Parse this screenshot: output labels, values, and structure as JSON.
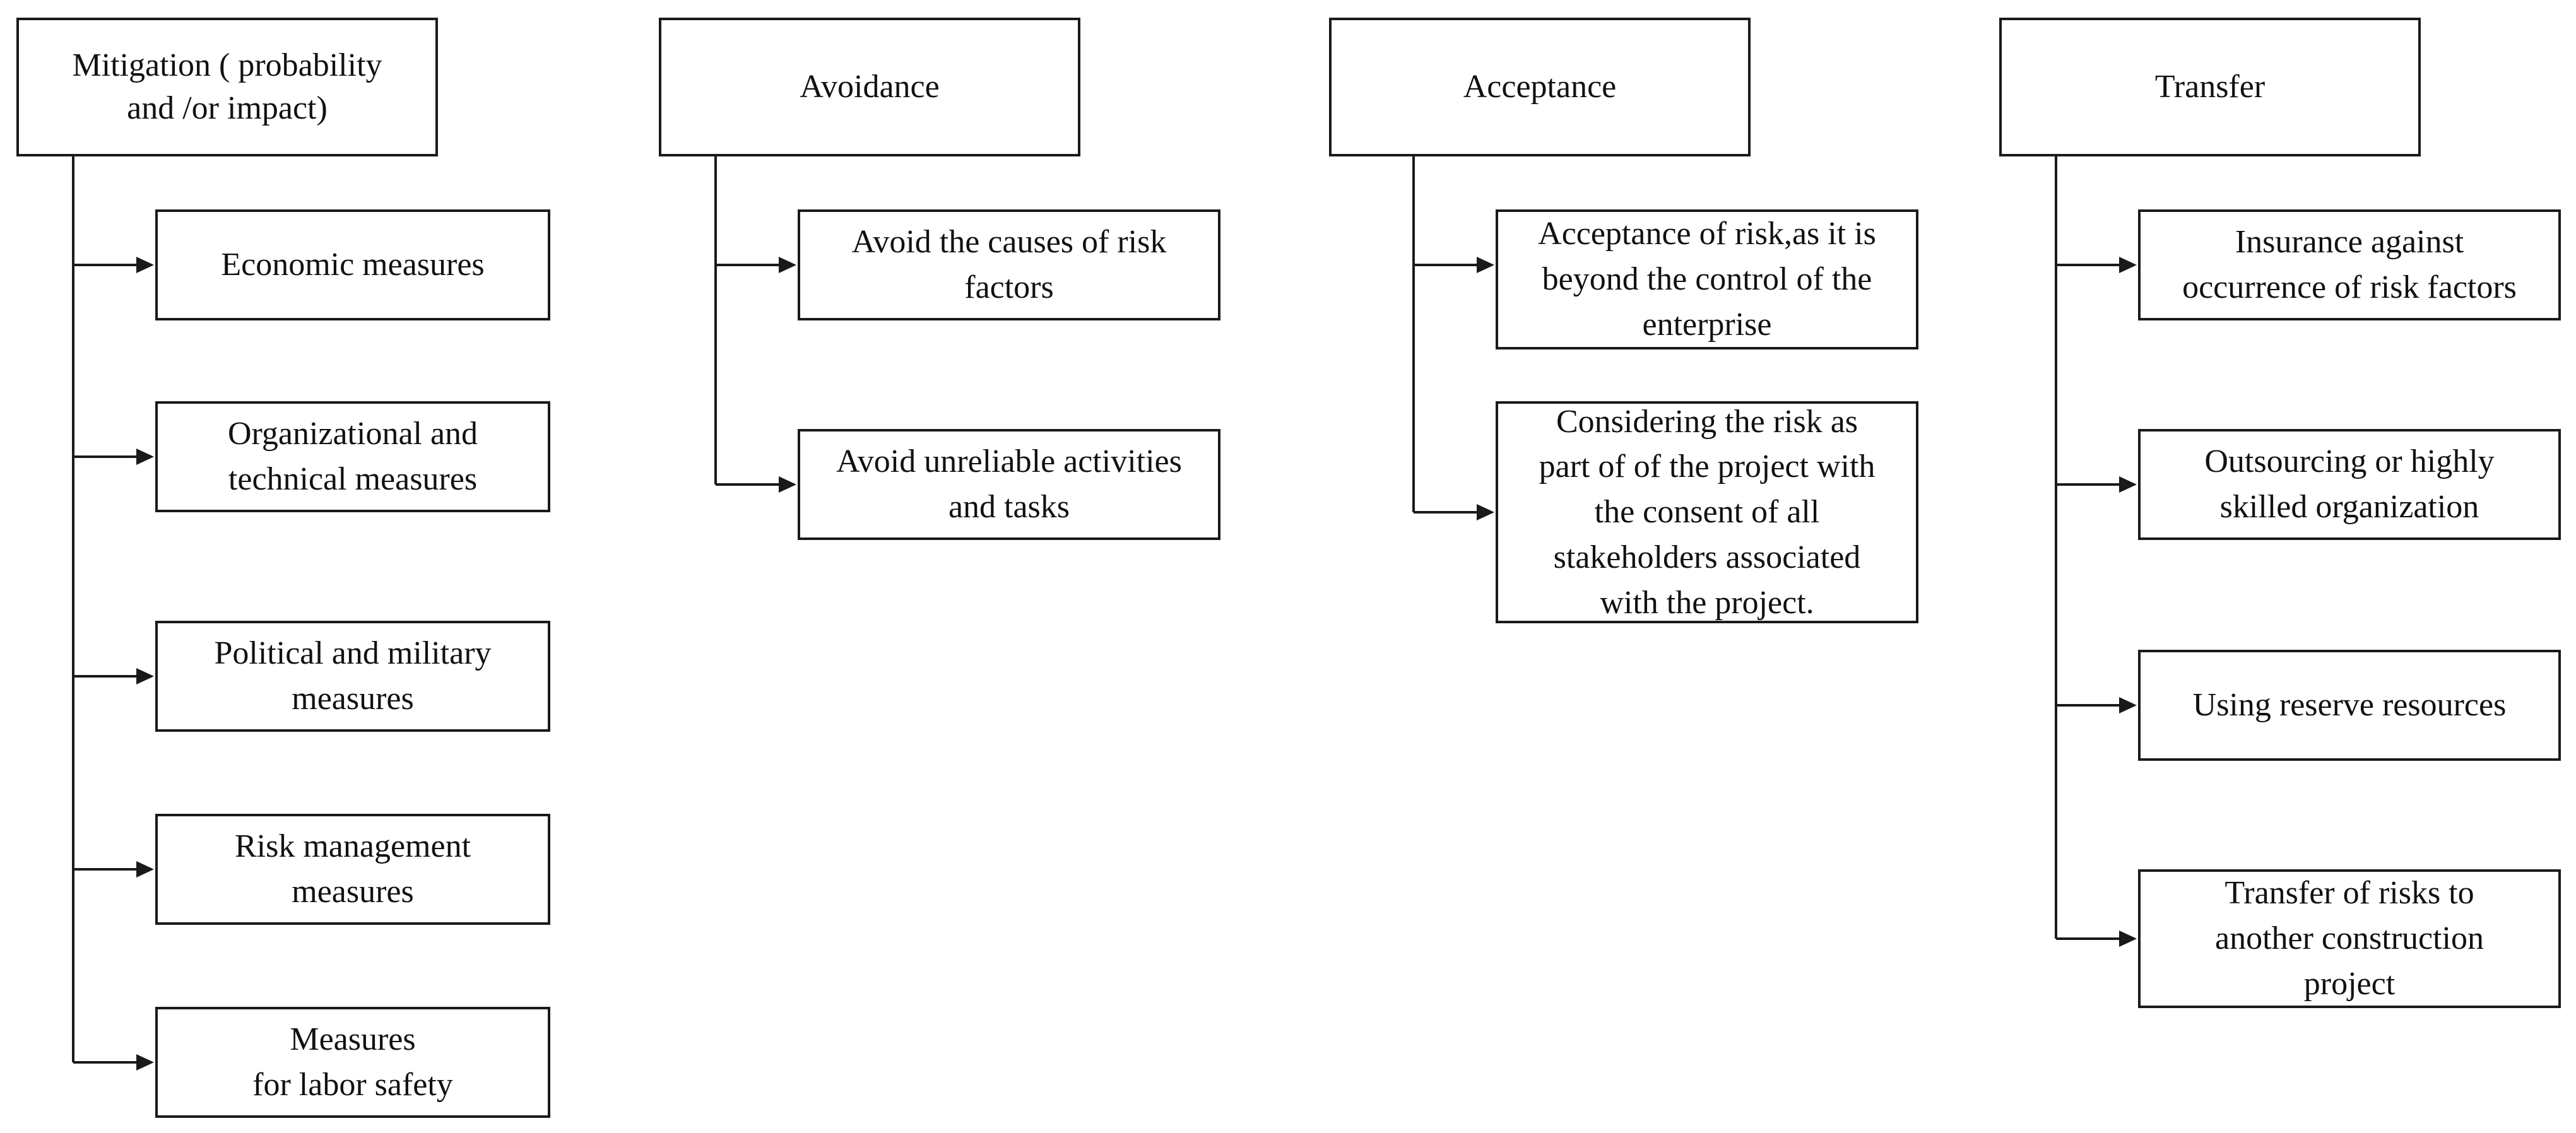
{
  "columns": [
    {
      "title": "Mitigation ( probability\nand /or impact)",
      "items": [
        "Economic measures",
        "Organizational and\ntechnical measures",
        "Political and military\nmeasures",
        "Risk management\nmeasures",
        "Measures\nfor labor safety"
      ]
    },
    {
      "title": "Avoidance",
      "items": [
        "Avoid the causes of risk\nfactors",
        "Avoid unreliable activities\nand tasks"
      ]
    },
    {
      "title": "Acceptance",
      "items": [
        "Acceptance of risk,as it is\nbeyond the control of the\nenterprise",
        "Considering the risk as\npart of of the project with\nthe consent of all\nstakeholders associated\nwith the project."
      ]
    },
    {
      "title": "Transfer",
      "items": [
        "Insurance against\noccurrence of risk factors",
        "Outsourcing or highly\nskilled organization",
        "Using reserve resources",
        "Transfer of risks to\nanother construction\nproject"
      ]
    }
  ]
}
